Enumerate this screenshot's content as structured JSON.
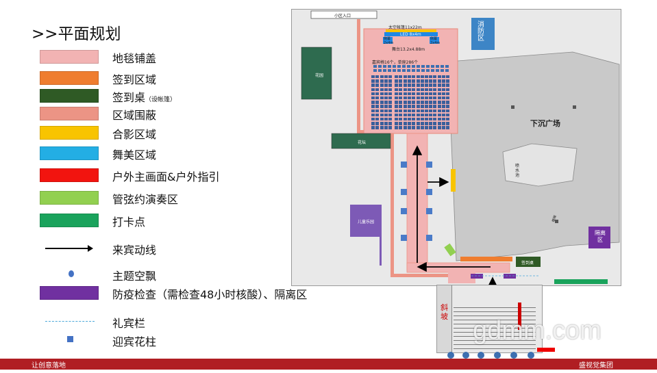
{
  "title": ">>平面规划",
  "legend": [
    {
      "label": "地毯铺盖",
      "note": "",
      "color": "#f2b3b3",
      "icon": "swatch"
    },
    {
      "label": "签到区域",
      "note": "",
      "color": "#ef7d2f",
      "icon": "swatch"
    },
    {
      "label": "签到桌",
      "note": "（设帐篷）",
      "color": "#2f5a25",
      "icon": "swatch"
    },
    {
      "label": "区域围蔽",
      "note": "",
      "color": "#ec9485",
      "icon": "swatch"
    },
    {
      "label": "合影区域",
      "note": "",
      "color": "#f8c400",
      "icon": "swatch"
    },
    {
      "label": "舞美区域",
      "note": "",
      "color": "#23aee4",
      "icon": "swatch"
    },
    {
      "label": "户外主画面&户外指引",
      "note": "",
      "color": "#f2140f",
      "icon": "swatch"
    },
    {
      "label": "管弦约演奏区",
      "note": "",
      "color": "#92d050",
      "icon": "swatch"
    },
    {
      "label": "打卡点",
      "note": "",
      "color": "#1aa35c",
      "icon": "swatch"
    },
    {
      "label": "来宾动线",
      "note": "",
      "color": "#000000",
      "icon": "arrow"
    },
    {
      "label": "主题空飘",
      "note": "",
      "color": "#4472c4",
      "icon": "dot"
    },
    {
      "label": "防疫检查（需检查48小时核酸）、隔离区",
      "note": "",
      "color": "#7030a0",
      "icon": "swatch"
    },
    {
      "label": "礼宾栏",
      "note": "",
      "color": "#4aa7d9",
      "icon": "dashed"
    },
    {
      "label": "迎宾花柱",
      "note": "",
      "color": "#4472c4",
      "icon": "square"
    }
  ],
  "map": {
    "entrance": "小区入口",
    "tent_title": "太空帐篷11x22m",
    "led": "LED 8x4m",
    "side_screen_left": "侧幕 2x4m",
    "side_screen_right": "侧幕 2x4m",
    "stage": "舞台13.2x4.88m",
    "seats": "嘉宾椅16个，单座286个",
    "fire_zone": "消防区",
    "garden": "花园",
    "flowerbed": "花坛",
    "plaza": "下沉广场",
    "fountain": "喷水池",
    "kids_park": "儿童乐园",
    "isolation": "隔离区",
    "checkin": "签到桌",
    "ramp": "斜坡",
    "stairs": "楼梯"
  },
  "footer": {
    "left": "让创意落地",
    "right": "盛视觉集团"
  },
  "watermark": "gdmm.com"
}
